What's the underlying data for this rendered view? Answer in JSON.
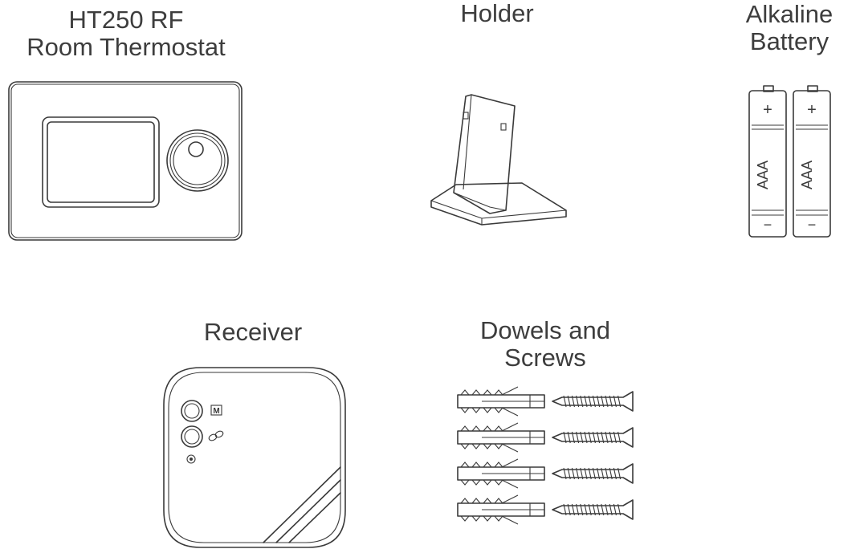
{
  "items": {
    "thermostat": {
      "line1": "HT250 RF",
      "line2": "Room Thermostat",
      "icon": "thermostat-icon"
    },
    "holder": {
      "line1": "Holder",
      "icon": "holder-stand-icon"
    },
    "battery": {
      "line1": "Alkaline",
      "line2": "Battery",
      "icon": "aaa-battery-icon",
      "cell_type": "AAA",
      "plus": "+",
      "minus": "−",
      "count": 2
    },
    "receiver": {
      "line1": "Receiver",
      "icon": "receiver-icon",
      "button_label": "M"
    },
    "dowels": {
      "line1": "Dowels and",
      "line2": "Screws",
      "icon": "dowel-screw-icon",
      "pairs": 4
    }
  }
}
